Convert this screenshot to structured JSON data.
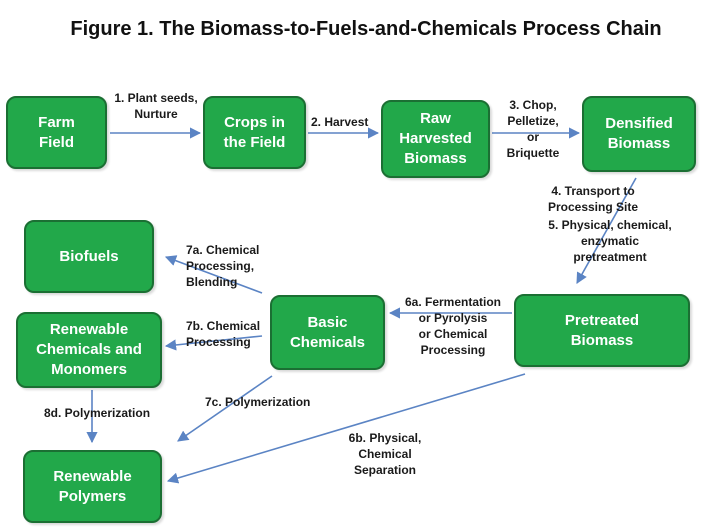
{
  "title": "Figure 1. The Biomass-to-Fuels-and-Chemicals Process Chain",
  "colors": {
    "box_fill": "#22a84a",
    "box_border": "#1b6f33",
    "arrow": "#5b84c4"
  },
  "nodes": {
    "farm_field": "Farm\nField",
    "crops_in_field": "Crops in\nthe Field",
    "raw_harvested_biomass": "Raw\nHarvested\nBiomass",
    "densified_biomass": "Densified\nBiomass",
    "biofuels": "Biofuels",
    "renewable_chemicals": "Renewable\nChemicals and\nMonomers",
    "basic_chemicals": "Basic\nChemicals",
    "pretreated_biomass": "Pretreated\nBiomass",
    "renewable_polymers": "Renewable\nPolymers"
  },
  "steps": {
    "s1": "1. Plant seeds,\nNurture",
    "s2": "2. Harvest",
    "s3": "3. Chop,\nPelletize,\nor\nBriquette",
    "s4": "4. Transport to\nProcessing Site",
    "s5": "5. Physical, chemical,\nenzymatic\npretreatment",
    "s6a": "6a. Fermentation\nor Pyrolysis\nor Chemical\nProcessing",
    "s6b": "6b. Physical,\nChemical\nSeparation",
    "s7a": "7a. Chemical\nProcessing,\nBlending",
    "s7b": "7b. Chemical\nProcessing",
    "s7c": "7c. Polymerization",
    "s8d": "8d. Polymerization"
  }
}
